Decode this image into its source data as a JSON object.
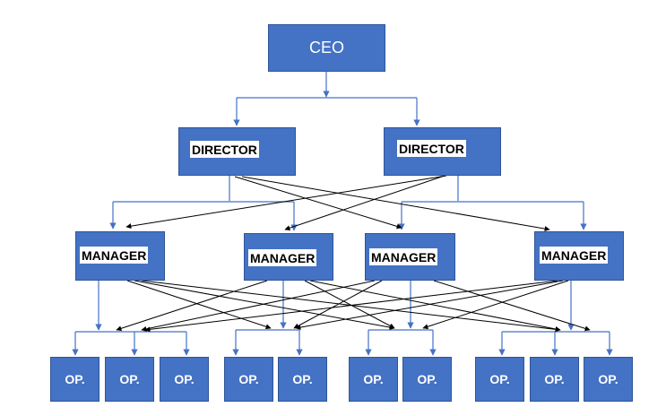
{
  "ceo": {
    "label": "CEO"
  },
  "directors": [
    {
      "label": "DIRECTOR"
    },
    {
      "label": "DIRECTOR"
    }
  ],
  "managers": [
    {
      "label": "MANAGER"
    },
    {
      "label": "MANAGER"
    },
    {
      "label": "MANAGER"
    },
    {
      "label": "MANAGER"
    }
  ],
  "operators": [
    {
      "label": "OP."
    },
    {
      "label": "OP."
    },
    {
      "label": "OP."
    },
    {
      "label": "OP."
    },
    {
      "label": "OP."
    },
    {
      "label": "OP."
    },
    {
      "label": "OP."
    },
    {
      "label": "OP."
    },
    {
      "label": "OP."
    },
    {
      "label": "OP."
    }
  ],
  "colors": {
    "box_fill": "#4472c4",
    "box_border": "#2f5597",
    "tree_connector": "#4472c4",
    "cross_link": "#000000"
  }
}
